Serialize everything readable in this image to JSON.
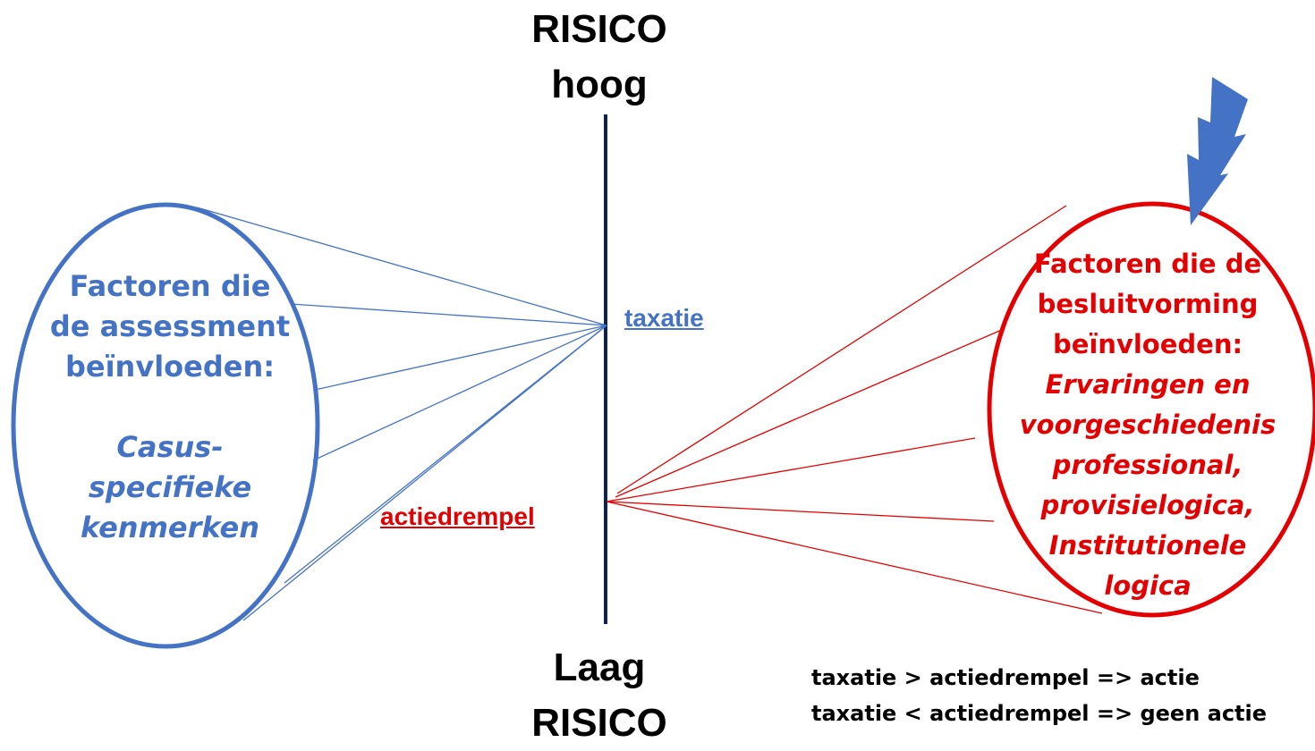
{
  "axis": {
    "top_line1": "RISICO",
    "top_line2": "hoog",
    "bottom_line1": "Laag",
    "bottom_line2": "RISICO"
  },
  "markers": {
    "taxatie": "taxatie",
    "actiedrempel": "actiedrempel"
  },
  "left_ellipse": {
    "heading_lines": [
      "Factoren die",
      "de assessment",
      "beïnvloeden:"
    ],
    "italic_lines": [
      "Casus-",
      "specifieke",
      "kenmerken"
    ]
  },
  "right_ellipse": {
    "heading_lines": [
      "Factoren die de",
      "besluitvorming",
      "beïnvloeden:"
    ],
    "italic_lines": [
      "Ervaringen en",
      "voorgeschiedenis",
      "professional,",
      "provisielogica,",
      "Institutionele",
      "logica"
    ]
  },
  "rules": [
    "taxatie > actiedrempel => actie",
    "taxatie < actiedrempel => geen actie"
  ],
  "icons": [
    "lightning-bolt-icon"
  ],
  "colors": {
    "blue": "#4472c4",
    "red": "#e40000",
    "axis": "#0d1f5c",
    "text": "#000000"
  }
}
